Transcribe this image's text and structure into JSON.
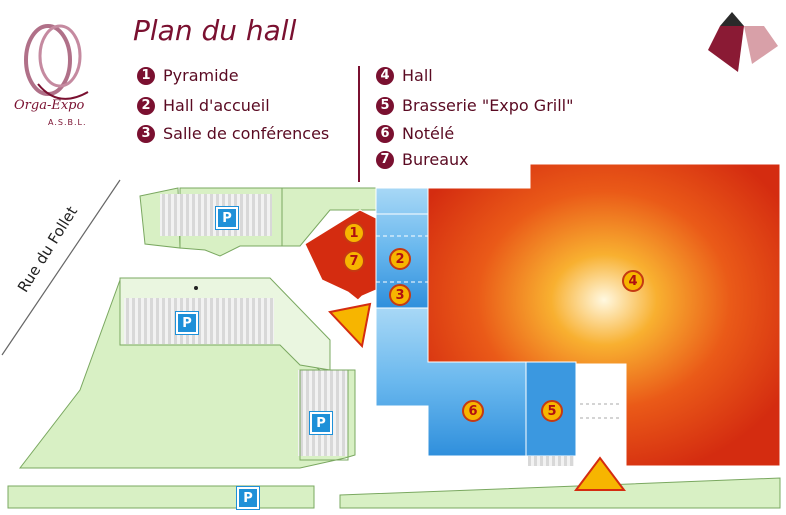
{
  "title": "Plan du hall",
  "brand": {
    "logo_text": "Orga-Expo",
    "logo_sub": "A.S.B.L."
  },
  "legend_left": [
    {
      "n": "1",
      "label": "Pyramide"
    },
    {
      "n": "2",
      "label": "Hall d'accueil"
    },
    {
      "n": "3",
      "label": "Salle de conférences"
    }
  ],
  "legend_right": [
    {
      "n": "4",
      "label": "Hall"
    },
    {
      "n": "5",
      "label": "Brasserie \"Expo Grill\""
    },
    {
      "n": "6",
      "label": "Notélé"
    },
    {
      "n": "7",
      "label": "Bureaux"
    }
  ],
  "street": "Rue du Follet",
  "markers": [
    "1",
    "7",
    "2",
    "3",
    "4",
    "6",
    "5"
  ],
  "parking_label": "P",
  "colors": {
    "accent": "#7a1030",
    "hall": "#e03a10",
    "blue": "#3b98e0",
    "green": "#d8f0c4",
    "marker": "#f7b500"
  }
}
